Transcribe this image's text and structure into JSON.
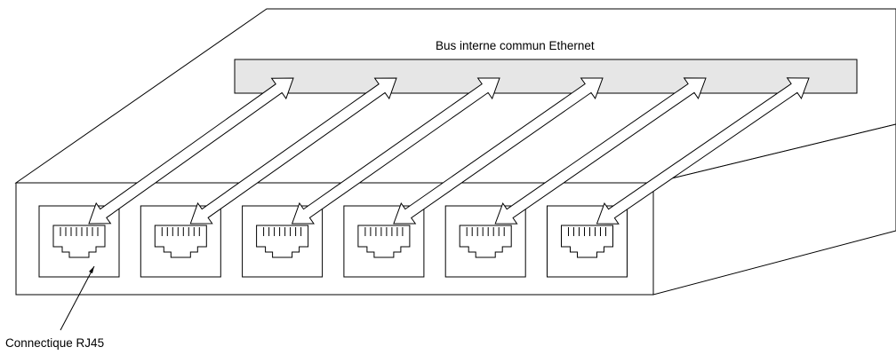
{
  "labels": {
    "bus": "Bus interne commun Ethernet",
    "connector": "Connectique RJ45"
  },
  "port_count": 6,
  "colors": {
    "outline": "#000000",
    "bus_fill": "#e6e6e6",
    "arrow_fill": "#ffffff",
    "background": "#ffffff"
  }
}
